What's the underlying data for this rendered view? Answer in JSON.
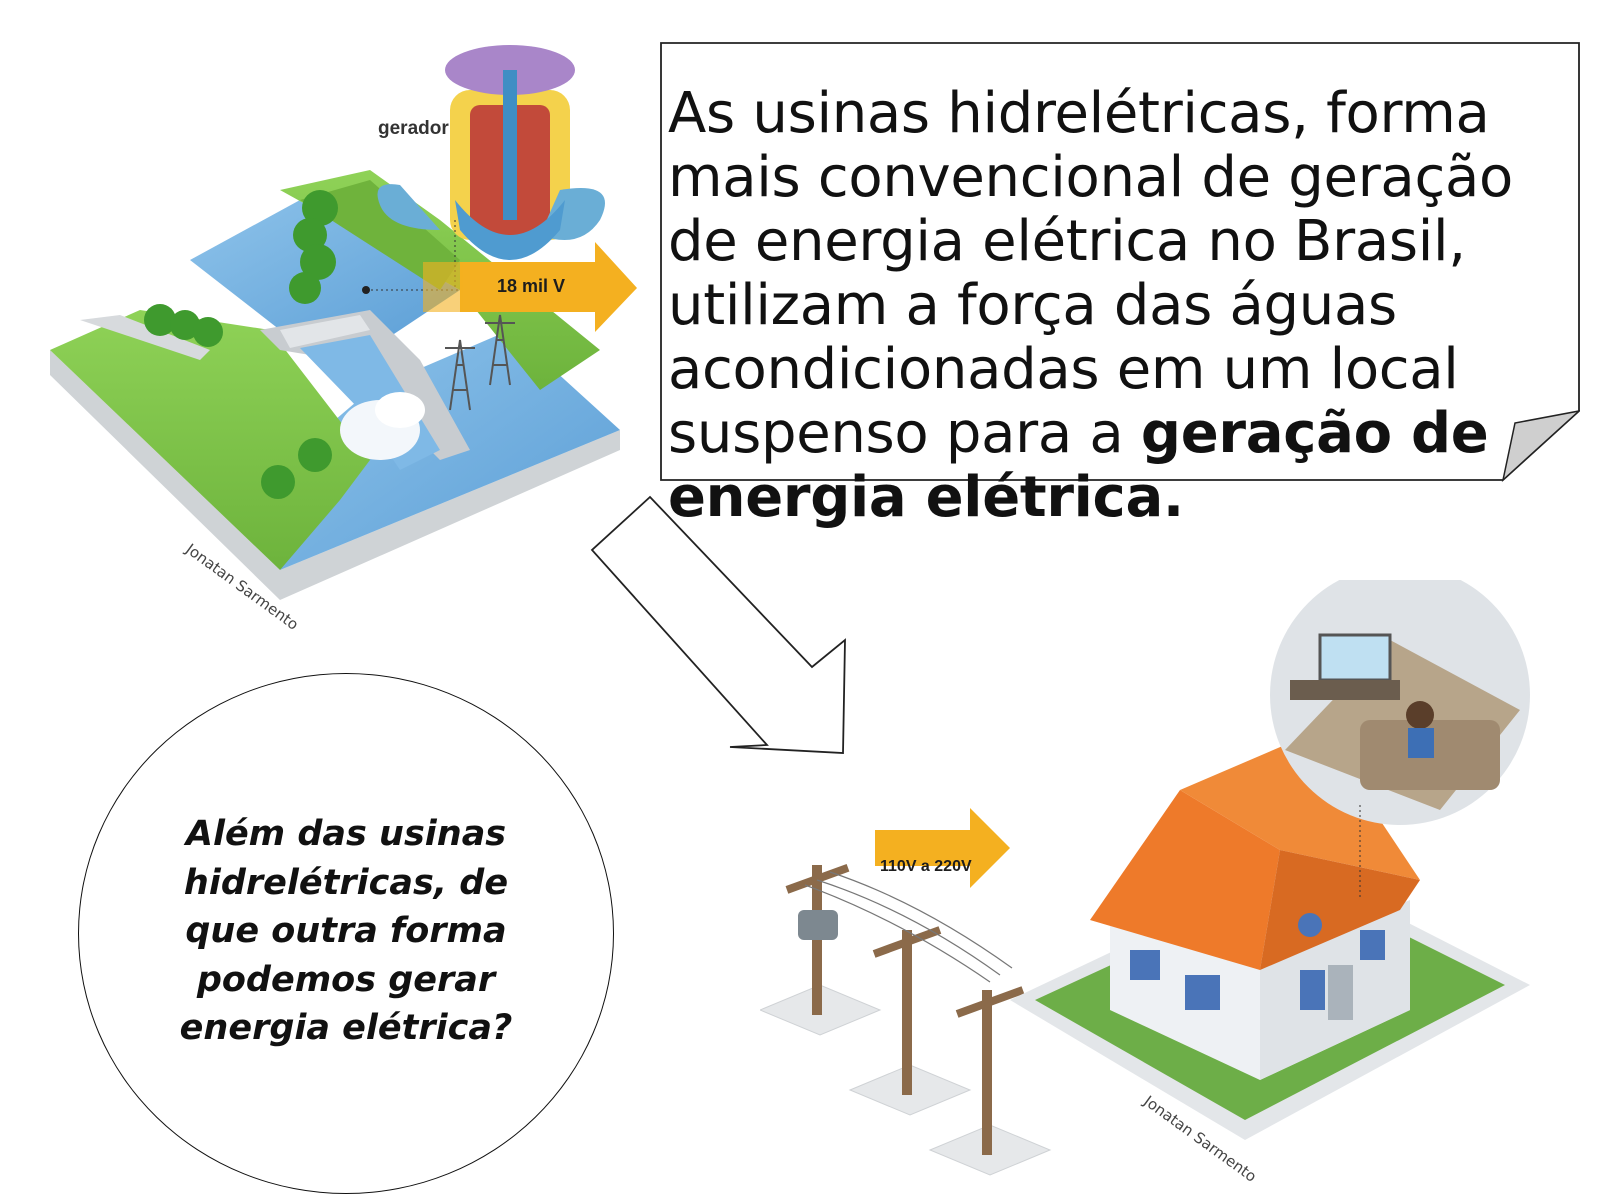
{
  "hydro": {
    "generator_label": "gerador",
    "voltage_label": "18 mil V",
    "credit": "Jonatan Sarmento"
  },
  "house": {
    "voltage_label": "110V a 220V",
    "credit": "Jonatan Sarmento"
  },
  "callout": {
    "text_regular": "As usinas hidrelétricas, forma mais convencional de geração de energia elétrica no Brasil, utilizam a força das águas acondicionadas em um local suspenso para a",
    "text_bold": "geração de energia elétrica."
  },
  "question": {
    "text": "Além das usinas hidrelétricas, de que outra forma podemos gerar energia elétrica?"
  },
  "colors": {
    "water": "#6fa8d8",
    "grass": "#7cc04a",
    "arrow_orange": "#f4b020",
    "roof": "#ee7a2a"
  }
}
